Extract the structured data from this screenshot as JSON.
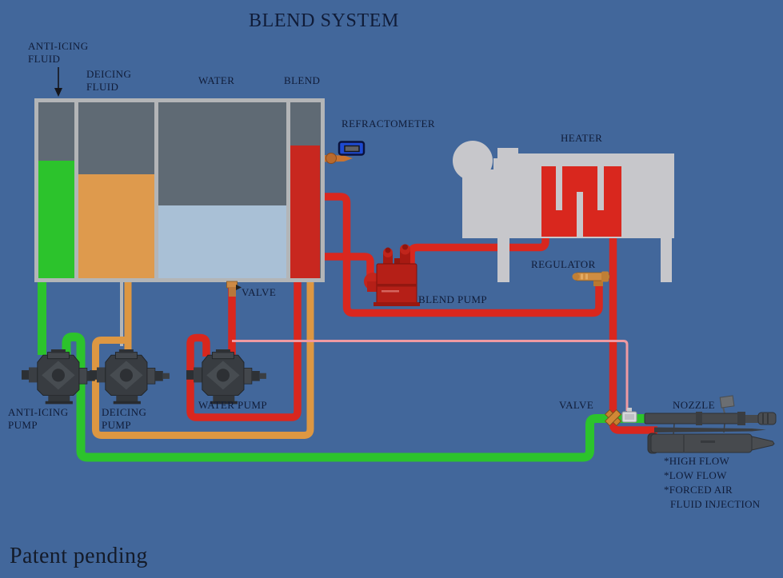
{
  "title": "BLEND SYSTEM",
  "footer": {
    "patent_note": "Patent pending"
  },
  "tank": {
    "fluid_labels": {
      "anti_icing": "ANTI-ICING\nFLUID",
      "deicing": "DEICING\nFLUID",
      "water": "WATER",
      "blend": "BLEND"
    }
  },
  "components": {
    "refractometer": "REFRACTOMETER",
    "heater": "HEATER",
    "regulator": "REGULATOR",
    "water_valve": "VALVE",
    "blend_pump": "BLEND PUMP",
    "anti_icing_pump": "ANTI-ICING\nPUMP",
    "deicing_pump": "DEICING\nPUMP",
    "water_pump": "WATER PUMP",
    "nozzle_valve": "VALVE",
    "nozzle": "NOZZLE"
  },
  "nozzle_notes": [
    "*HIGH FLOW",
    "*LOW FLOW",
    "*FORCED AIR",
    "FLUID INJECTION"
  ],
  "colors": {
    "background": "#42679b",
    "label_text": "#101c38",
    "tank_frame": "#b3b5b7",
    "tank_empty": "#5f6a74",
    "anti_icing_fluid": "#2cc32c",
    "deicing_fluid": "#de9a4d",
    "water_fluid": "#a9c0d6",
    "blend_fluid": "#c8271f",
    "pipe_green": "#2cc32c",
    "pipe_orange": "#dd9742",
    "pipe_red": "#d9271e",
    "pipe_pink": "#ef9aa2",
    "heater_body": "#c7c7cb",
    "heater_coil": "#d9271e",
    "pump_dark": "#383c41",
    "blend_pump_red": "#b51f17",
    "brass": "#cf8d42",
    "refractometer_blue": "#1e4ad2",
    "nozzle_gray": "#46494d"
  }
}
